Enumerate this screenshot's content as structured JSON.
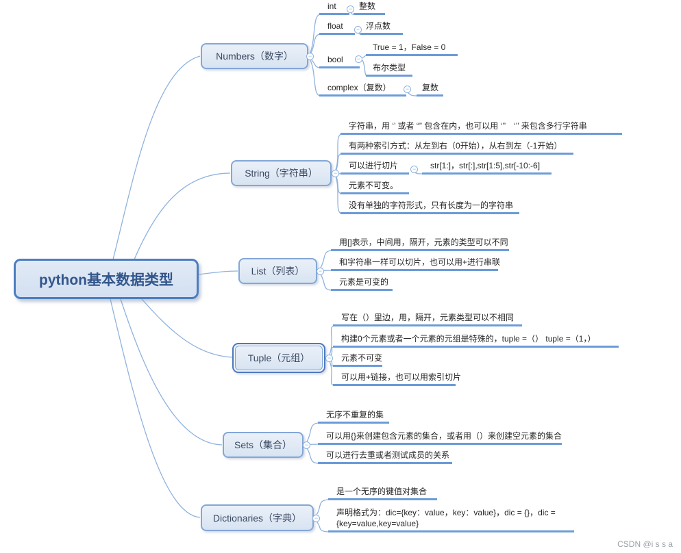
{
  "root": {
    "label": "python基本数据类型"
  },
  "icons": {
    "collapse": "−"
  },
  "watermark": "CSDN @i s s a",
  "colors": {
    "node_border": "#83a7d7",
    "root_border": "#4d7dc0",
    "underline": "#6b9bd8",
    "wire": "#8fb2de",
    "node_fill": "#dce7f4"
  },
  "branches": {
    "numbers": {
      "label": "Numbers（数字）",
      "items": {
        "int": {
          "label": "int",
          "child": "整数"
        },
        "float": {
          "label": "float",
          "child": "浮点数"
        },
        "bool": {
          "label": "bool",
          "child1": "True = 1，False = 0",
          "child2": "布尔类型"
        },
        "complex": {
          "label": "complex（复数）",
          "child": "复数"
        }
      }
    },
    "string": {
      "label": "String（字符串）",
      "items": {
        "i1": "字符串，用 ‘’ 或者 “” 包含在内，也可以用 ‘’’　‘’’ 来包含多行字符串",
        "i2": "有两种索引方式：从左到右（0开始），从右到左（-1开始）",
        "slice": {
          "label": "可以进行切片",
          "child": "str[1:]，str[:],str[1:5],str[-10:-6]"
        },
        "i4": "元素不可变。",
        "i5": "没有单独的字符形式，只有长度为一的字符串"
      }
    },
    "list": {
      "label": "List（列表）",
      "items": {
        "i1": "用[]表示，中间用，隔开，元素的类型可以不同",
        "i2": "和字符串一样可以切片，也可以用+进行串联",
        "i3": "元素是可变的"
      }
    },
    "tuple": {
      "label": "Tuple（元组）",
      "items": {
        "i1": "写在（）里边，用，隔开，元素类型可以不相同",
        "i2": "构建0个元素或者一个元素的元组是特殊的，tuple =（） tuple =（1，）",
        "i3": "元素不可变",
        "i4": "可以用+链接，也可以用索引切片"
      }
    },
    "sets": {
      "label": "Sets（集合）",
      "items": {
        "i1": "无序不重复的集",
        "i2": "可以用{}来创建包含元素的集合，或者用（）来创建空元素的集合",
        "i3": "可以进行去重或者测试成员的关系"
      }
    },
    "dictionaries": {
      "label": "Dictionaries（字典）",
      "items": {
        "i1": "是一个无序的键值对集合",
        "i2": "声明格式为：dic={key：value，key：value}，dic = {}，dic = {key=value,key=value}"
      }
    }
  }
}
